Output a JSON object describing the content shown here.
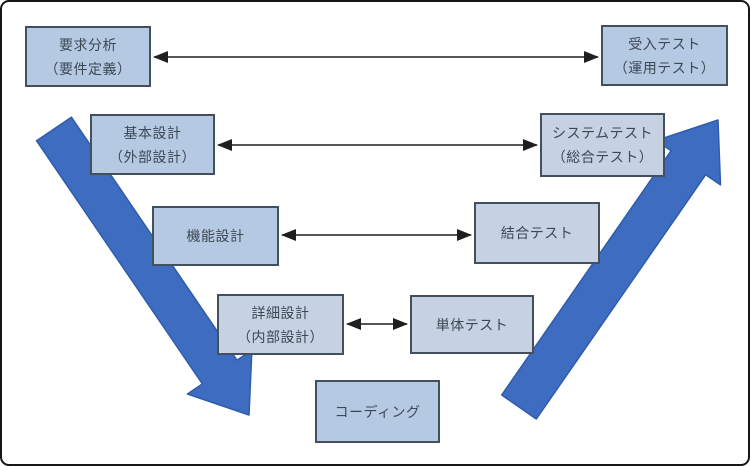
{
  "colors": {
    "box_fill": "#b6c9e2",
    "box_fill_alt": "#c6d1e1",
    "box_border": "#45505e",
    "text": "#3c4856",
    "big_arrow": "#3e6cc0",
    "big_arrow_edge": "#2f5cab",
    "connector": "#1f1f1f"
  },
  "boxes": [
    {
      "name": "requirements-analysis",
      "line1": "要求分析",
      "line2": "（要件定義）"
    },
    {
      "name": "acceptance-test",
      "line1": "受入テスト",
      "line2": "（運用テスト）"
    },
    {
      "name": "basic-design",
      "line1": "基本設計",
      "line2": "（外部設計）"
    },
    {
      "name": "system-test",
      "line1": "システムテスト",
      "line2": "（総合テスト）"
    },
    {
      "name": "functional-design",
      "line1": "機能設計",
      "line2": ""
    },
    {
      "name": "integration-test",
      "line1": "結合テスト",
      "line2": ""
    },
    {
      "name": "detailed-design",
      "line1": "詳細設計",
      "line2": "（内部設計）"
    },
    {
      "name": "unit-test",
      "line1": "単体テスト",
      "line2": ""
    },
    {
      "name": "coding",
      "line1": "コーディング",
      "line2": ""
    }
  ],
  "arrows": {
    "down_arrow": "design-flow-down",
    "up_arrow": "test-flow-up",
    "connectors": [
      "requirements-to-acceptance",
      "basic-to-system",
      "functional-to-integration",
      "detailed-to-unit"
    ]
  }
}
